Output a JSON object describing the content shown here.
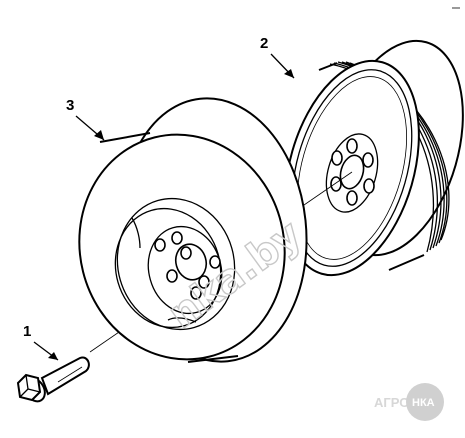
{
  "diagram": {
    "callouts": [
      {
        "id": "1",
        "label": "1"
      },
      {
        "id": "2",
        "label": "2"
      },
      {
        "id": "3",
        "label": "3"
      }
    ],
    "watermark_text": "nka.by",
    "brand": {
      "text": "АГРО",
      "badge": "НКА"
    }
  },
  "colors": {
    "line": "#000000",
    "watermark": "#c8c8c8",
    "brand_badge": "#d0d0d0"
  }
}
